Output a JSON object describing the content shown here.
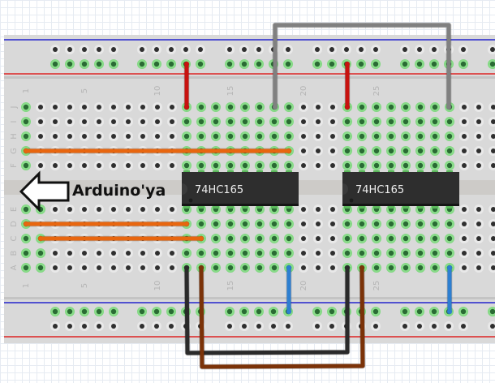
{
  "diagram": {
    "title": "Breadboard wiring of two 74HC165 shift registers",
    "colors": {
      "board": "#d9d9d9",
      "rail_blue": "#0000cc",
      "rail_red": "#dd0000",
      "hole": "#2f2f2f",
      "hole_connected": "#2a6b34",
      "hole_glow": "#8fe08f",
      "chip": "#2e2e2e",
      "wire_red": "#c8120f",
      "wire_gray": "#808080",
      "wire_orange": "#e8660f",
      "wire_black": "#2a2a2a",
      "wire_brown": "#7b3208",
      "wire_blue": "#2d7fd1",
      "label_gray": "#b5b5b5",
      "annotation": "#111111"
    },
    "column_labels": [
      "1",
      "5",
      "10",
      "15",
      "20",
      "25"
    ],
    "column_label_numbers": [
      1,
      5,
      10,
      15,
      20,
      25
    ],
    "row_labels_top": [
      "J",
      "I",
      "H",
      "G",
      "F"
    ],
    "row_labels_bottom": [
      "E",
      "D",
      "C",
      "B",
      "A"
    ],
    "chips": [
      {
        "name": "chip-74hc165-1",
        "label": "74HC165",
        "first_col": 12,
        "last_col": 19
      },
      {
        "name": "chip-74hc165-2",
        "label": "74HC165",
        "first_col": 23,
        "last_col": 30
      }
    ],
    "annotation": {
      "text": "Arduino'ya",
      "icon": "arrow-left-icon"
    },
    "connected_columns": [
      12,
      13,
      14,
      15,
      16,
      17,
      18,
      19,
      23,
      24,
      25,
      26,
      27,
      28,
      29,
      30
    ],
    "connected_extra": [
      {
        "row": "J",
        "col": 1
      },
      {
        "row": "I",
        "col": 1
      },
      {
        "row": "H",
        "col": 1
      },
      {
        "row": "G",
        "col": 1
      },
      {
        "row": "F",
        "col": 1
      },
      {
        "row": "E",
        "col": 1
      },
      {
        "row": "E",
        "col": 2
      },
      {
        "row": "D",
        "col": 1
      },
      {
        "row": "C",
        "col": 1
      },
      {
        "row": "C",
        "col": 2
      },
      {
        "row": "B",
        "col": 1
      },
      {
        "row": "B",
        "col": 2
      },
      {
        "row": "A",
        "col": 1
      },
      {
        "row": "A",
        "col": 2
      }
    ],
    "wires": [
      {
        "name": "wire-red-1",
        "color": "wire_red",
        "from": "top-rail-red col 12",
        "to": "J12"
      },
      {
        "name": "wire-red-2",
        "color": "wire_red",
        "from": "top-rail-red col 23",
        "to": "J23"
      },
      {
        "name": "wire-gray",
        "color": "wire_gray",
        "from": "J18",
        "to": "J30"
      },
      {
        "name": "wire-orange-g",
        "color": "wire_orange",
        "from": "G1",
        "to": "G19"
      },
      {
        "name": "wire-orange-d",
        "color": "wire_orange",
        "from": "D1",
        "to": "D12"
      },
      {
        "name": "wire-orange-c",
        "color": "wire_orange",
        "from": "C2",
        "to": "C13"
      },
      {
        "name": "wire-black",
        "color": "wire_black",
        "from": "A12",
        "to": "A23"
      },
      {
        "name": "wire-brown",
        "color": "wire_brown",
        "from": "A13",
        "to": "A24"
      },
      {
        "name": "wire-blue-1",
        "color": "wire_blue",
        "from": "A19",
        "to": "bottom-rail-blue col 19"
      },
      {
        "name": "wire-blue-2",
        "color": "wire_blue",
        "from": "A30",
        "to": "bottom-rail-blue col 30"
      }
    ]
  }
}
